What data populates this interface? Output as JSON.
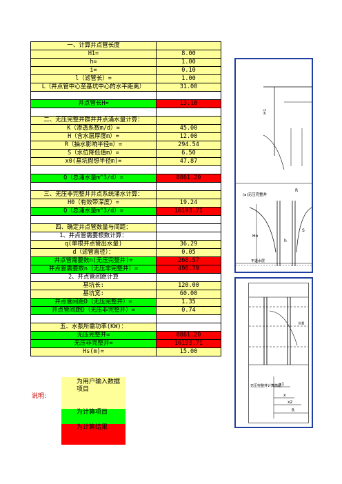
{
  "sections": {
    "s1": "一、计算井点管长度",
    "s2": "二、无压完整井群井井点涌水量计算：",
    "s3": "三、无压非完整井井点系统涌水计算：",
    "s4": "四、确定井点管数量与间距：",
    "s5": "五、水泵所需功率(KW)："
  },
  "rows": {
    "H1": {
      "label": "H1=",
      "value": "8.00"
    },
    "h": {
      "label": "h=",
      "value": "1.00"
    },
    "i": {
      "label": "i=",
      "value": "0.10"
    },
    "l": {
      "label": "l（滤管长）=",
      "value": "1.00"
    },
    "L": {
      "label": "L（井点管中心至基坑中心的水平距离）",
      "value": "31.00"
    },
    "Hlen": {
      "label": "井点管长H=",
      "value": "13.10"
    },
    "K": {
      "label": "K（渗透系数m/d）=",
      "value": "45.00"
    },
    "Hthk": {
      "label": "H（含水层厚度m）=",
      "value": "12.00"
    },
    "R": {
      "label": "R（抽水影响半径m）=",
      "value": "294.54"
    },
    "S": {
      "label": "S（水位降低值m）=",
      "value": "6.50"
    },
    "x0": {
      "label": "x0(基坑假想半径m)=",
      "value": "47.87"
    },
    "Q1": {
      "label": "Q（总涌水量m^3/d）=",
      "value": "8861.20"
    },
    "H0": {
      "label": "H0（有效带深度）=",
      "value": "19.24"
    },
    "Q2": {
      "label": "Q（总涌水量m^3/d）=",
      "value": "16193.71"
    },
    "sub1": {
      "label": "1、井点管需要根数计算："
    },
    "q": {
      "label": "q(单根井点管出水量)",
      "value": "36.29"
    },
    "d": {
      "label": "d（滤管直径）：",
      "value": "0.05"
    },
    "n1": {
      "label": "井点管需要数n(无压完整井)=",
      "value": "268.57"
    },
    "n2": {
      "label": "井点管需要数n（无压非完整井）=",
      "value": "490.79"
    },
    "sub2": {
      "label": "2、井点管间距计算"
    },
    "len": {
      "label": "基坑长:",
      "value": "120.00"
    },
    "wid": {
      "label": "基坑宽:",
      "value": "60.00"
    },
    "D1": {
      "label": "井点管间距D（无压完整井）=",
      "value": "1.35"
    },
    "D2": {
      "label": "井点管间距D（无压非完整井）=",
      "value": "0.74"
    },
    "P1": {
      "label": "无压完整井=",
      "value": "8861.20"
    },
    "P2": {
      "label": "无压非完整井=",
      "value": "16193.71"
    },
    "Hs": {
      "label": "Hs(m)=",
      "value": "15.00"
    }
  },
  "legend": {
    "title": "说明:",
    "yellow": "为用户输入数据项目",
    "green": "为计算项目",
    "red": "为计算结果"
  },
  "drawing1": {
    "h1": "H1",
    "r": "R",
    "label": "(a)无压完整井",
    "ho": "Ho",
    "s": "S",
    "h": "h",
    "bottom": "不透水层"
  },
  "drawing2": {
    "h0": "H0",
    "label": "无压完整井计算简图",
    "x1": "x1",
    "x": "x",
    "x2": "x2",
    "r": "R"
  }
}
